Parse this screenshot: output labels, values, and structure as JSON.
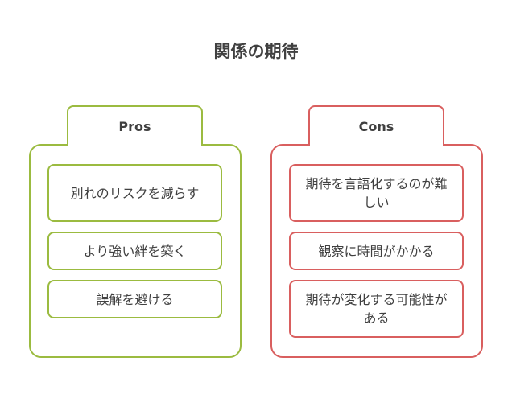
{
  "title": "関係の期待",
  "colors": {
    "pros": "#9bbb40",
    "cons": "#d95f5f"
  },
  "pros": {
    "heading": "Pros",
    "items": [
      "別れのリスクを減らす",
      "より強い絆を築く",
      "誤解を避ける"
    ]
  },
  "cons": {
    "heading": "Cons",
    "items": [
      "期待を言語化するのが難しい",
      "観察に時間がかかる",
      "期待が変化する可能性がある"
    ]
  }
}
